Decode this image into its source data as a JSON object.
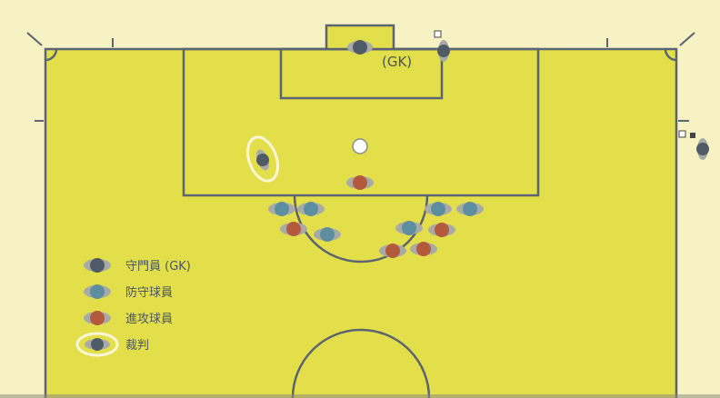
{
  "colors": {
    "background": "#f6f2c4",
    "field": "#e3df4a",
    "lines": "#5b6470",
    "goalkeeper": "#4f5b66",
    "defender": "#5d8ea0",
    "attacker": "#b45a3c",
    "referee_ring": "#fbf6d8"
  },
  "goalkeeper_label": "(GK)",
  "legend": {
    "goalkeeper": "守門員 (GK)",
    "defender": "防守球員",
    "attacker": "進攻球員",
    "referee": "裁判"
  }
}
